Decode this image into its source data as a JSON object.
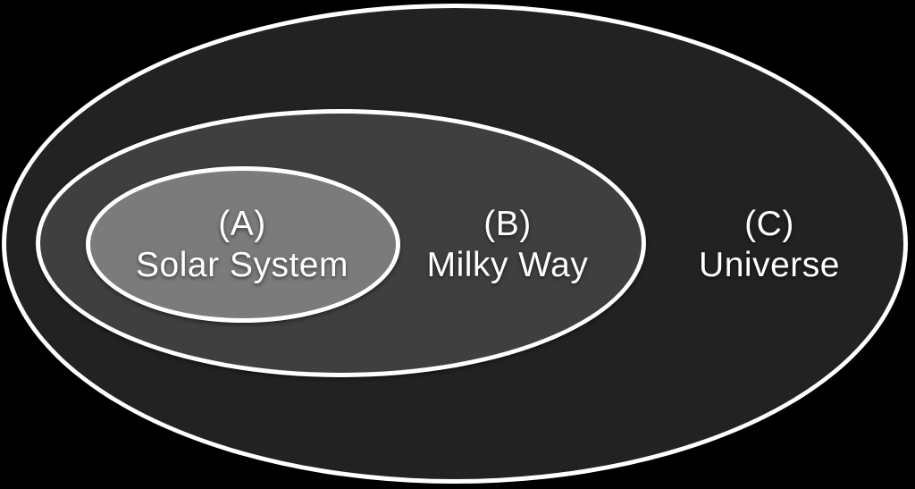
{
  "diagram": {
    "type": "nested-euler-diagram",
    "background_color": "#000000",
    "stroke_color": "#ffffff",
    "text_color": "#ffffff",
    "sets": [
      {
        "letter": "(A)",
        "name": "Solar System",
        "fill": "#7b7b7b"
      },
      {
        "letter": "(B)",
        "name": "Milky Way",
        "fill": "#3f3f3f"
      },
      {
        "letter": "(C)",
        "name": "Universe",
        "fill": "#222222"
      }
    ]
  }
}
